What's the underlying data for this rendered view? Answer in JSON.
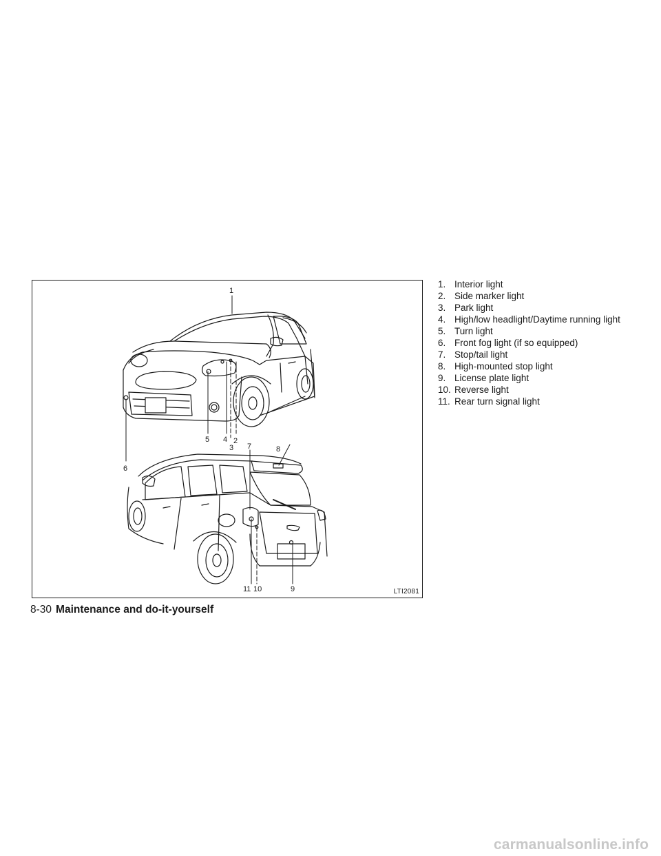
{
  "figure": {
    "code": "LTI2081",
    "callouts": [
      "1",
      "5",
      "4",
      "3",
      "2",
      "6",
      "7",
      "8",
      "11",
      "10",
      "9"
    ]
  },
  "legend": [
    {
      "num": "1.",
      "text": "Interior light"
    },
    {
      "num": "2.",
      "text": "Side marker light"
    },
    {
      "num": "3.",
      "text": "Park light"
    },
    {
      "num": "4.",
      "text": "High/low headlight/Daytime running light"
    },
    {
      "num": "5.",
      "text": "Turn light"
    },
    {
      "num": "6.",
      "text": "Front fog light (if so equipped)"
    },
    {
      "num": "7.",
      "text": "Stop/tail light"
    },
    {
      "num": "8.",
      "text": "High-mounted stop light"
    },
    {
      "num": "9.",
      "text": "License plate light"
    },
    {
      "num": "10.",
      "text": "Reverse light"
    },
    {
      "num": "11.",
      "text": "Rear turn signal light"
    }
  ],
  "footer": {
    "page_number": "8-30",
    "section_title": "Maintenance and do-it-yourself"
  },
  "watermark": "carmanualsonline.info"
}
